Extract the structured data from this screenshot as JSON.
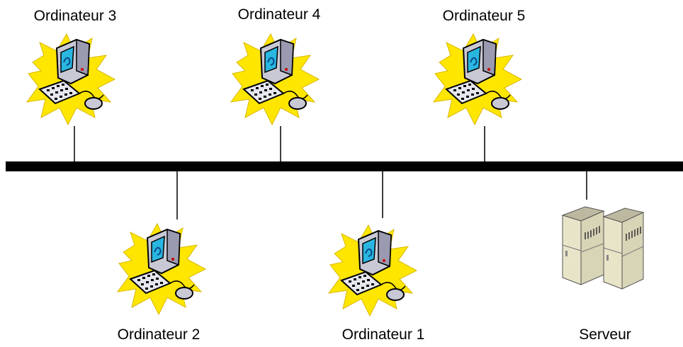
{
  "labels": {
    "ordinateur_3": "Ordinateur 3",
    "ordinateur_4": "Ordinateur 4",
    "ordinateur_5": "Ordinateur 5",
    "ordinateur_2": "Ordinateur 2",
    "ordinateur_1": "Ordinateur 1",
    "serveur": "Serveur"
  },
  "icons": {
    "computer": "computer-icon",
    "server": "server-icon"
  },
  "colors": {
    "bus": "#000000",
    "burst": "#ffe600",
    "screen": "#29b6e0",
    "case": "#c9c9d6",
    "server": "#e8e4c8"
  }
}
